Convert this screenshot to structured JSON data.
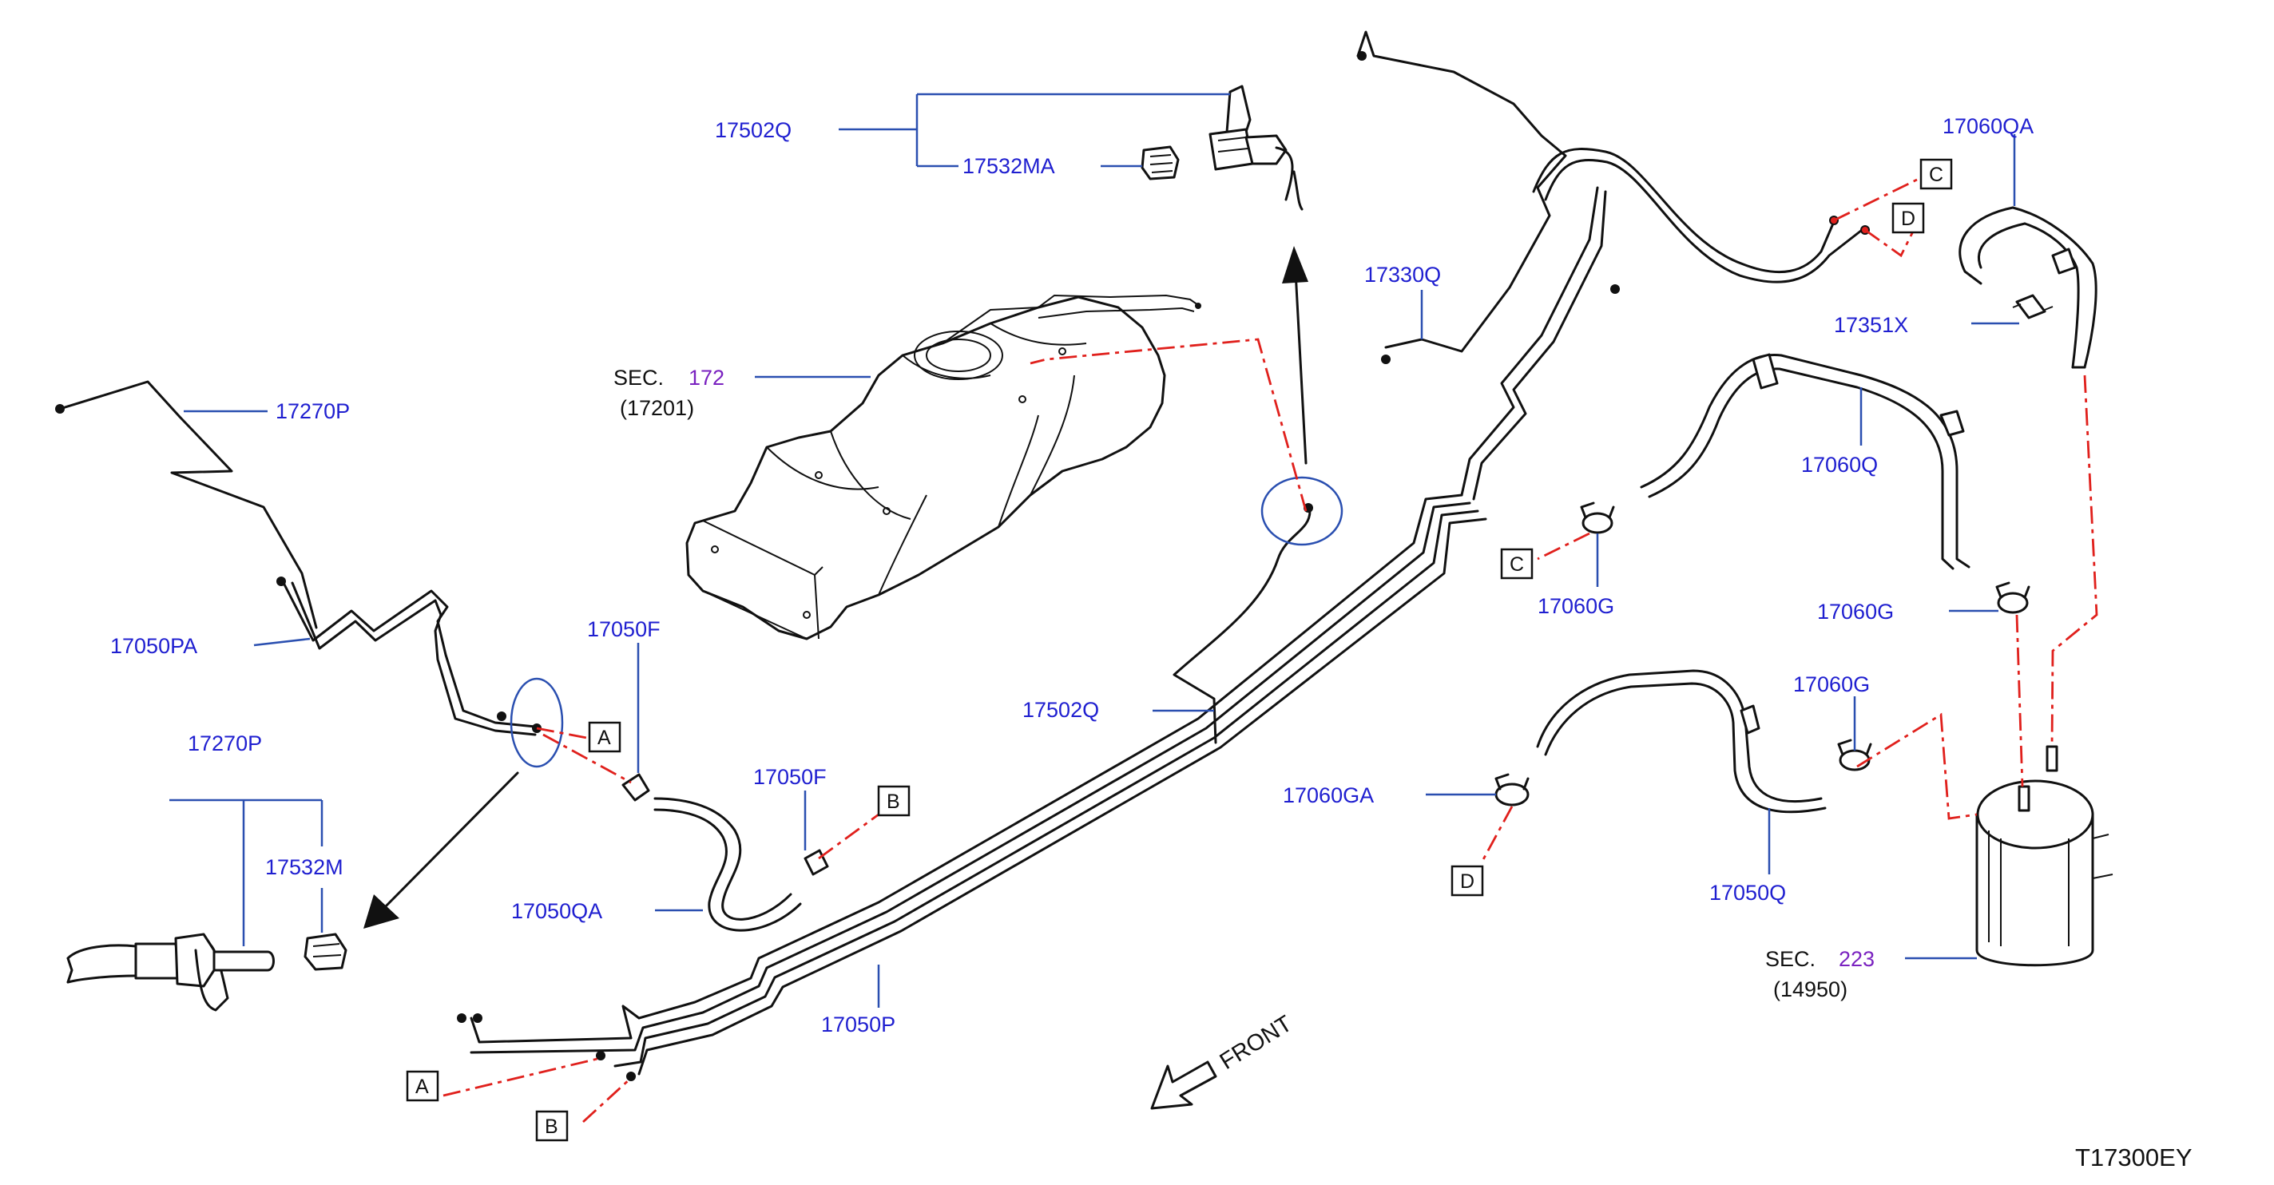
{
  "diagram_id": "T17300EY",
  "front_label": "FRONT",
  "section_refs": [
    {
      "prefix": "SEC.",
      "number": "172",
      "sub": "(17201)"
    },
    {
      "prefix": "SEC.",
      "number": "223",
      "sub": "(14950)"
    }
  ],
  "part_labels": [
    "17502Q",
    "17532MA",
    "17270P",
    "17050PA",
    "17270P",
    "17532M",
    "17050F",
    "17050F",
    "17050QA",
    "17502Q",
    "17050P",
    "17330Q",
    "17060QA",
    "17351X",
    "17060Q",
    "17060G",
    "17060G",
    "17060G",
    "17060GA",
    "17050Q"
  ],
  "callouts": [
    "A",
    "A",
    "B",
    "B",
    "C",
    "C",
    "D",
    "D"
  ],
  "colors": {
    "part_label": "#1f1fd0",
    "section_number": "#7a22c0",
    "leader_line": "#2a4fb0",
    "connection_line": "#e0201c",
    "outline": "#111111"
  }
}
